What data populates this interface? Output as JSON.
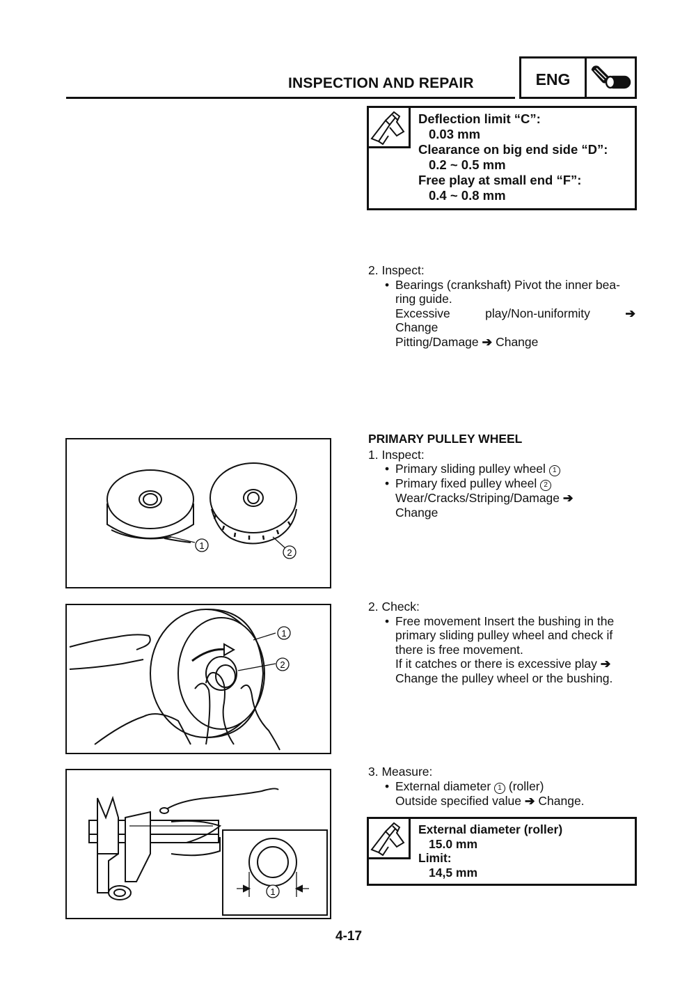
{
  "header": {
    "title": "INSPECTION AND REPAIR",
    "badge": "ENG"
  },
  "spec1": {
    "l1": "Deflection limit “C”:",
    "v1": "0.03 mm",
    "l2": "Clearance on big end side “D”:",
    "v2": "0.2 ~ 0.5 mm",
    "l3": "Free play at small end “F”:",
    "v3": "0.4 ~ 0.8 mm"
  },
  "inspect2": {
    "head": "2. Inspect:",
    "b1a": "Bearings (crankshaft) Pivot the inner bea-",
    "b1b": "ring guide.",
    "r1a": "Excessive",
    "r1b": "play/Non-uniformity",
    "r1c": "Change",
    "r2a": "Pitting/Damage",
    "r2b": "Change"
  },
  "primary": {
    "heading": "PRIMARY PULLEY WHEEL",
    "s1": "1. Inspect:",
    "b1": "Primary sliding pulley wheel",
    "b1n": "1",
    "b2": "Primary fixed pulley wheel",
    "b2n": "2",
    "r1": "Wear/Cracks/Striping/Damage",
    "r2": "Change"
  },
  "check": {
    "head": "2. Check:",
    "l1": "Free movement Insert the bushing in the",
    "l2": "primary sliding pulley wheel and check if",
    "l3": "there is free movement.",
    "l4": "If it catches or there is excessive play",
    "l5": "Change the pulley wheel or the bushing."
  },
  "measure": {
    "head": "3. Measure:",
    "b1a": "External diameter",
    "b1n": "1",
    "b1b": "(roller)",
    "r1a": "Outside specified value",
    "r1b": "Change."
  },
  "spec2": {
    "l1": "External diameter (roller)",
    "v1": "15.0 mm",
    "l2": "Limit:",
    "v2": "14,5 mm"
  },
  "figures": {
    "f1_a": "1",
    "f1_b": "2",
    "f2_a": "1",
    "f2_b": "2",
    "f3_a": "1"
  },
  "bullet": "•",
  "arrow": "➔",
  "page_number": "4-17"
}
